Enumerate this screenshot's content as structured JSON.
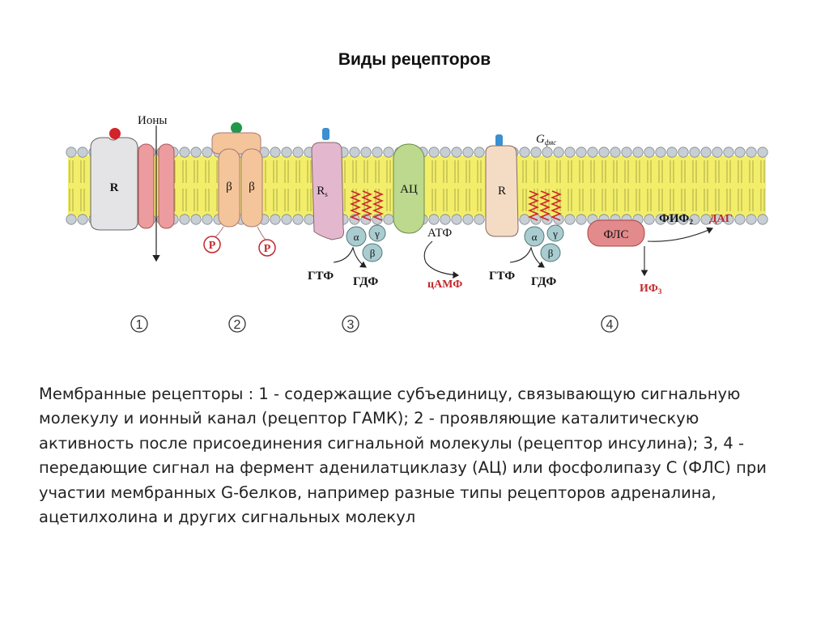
{
  "title": "Виды рецепторов",
  "diagram": {
    "labels": {
      "ions": "Ионы",
      "r1": "R",
      "beta": "β",
      "p": "P",
      "rs": "R",
      "rs_sub": "s",
      "ac": "АЦ",
      "r2": "R",
      "g": "G",
      "g_sub": "фяс",
      "alpha": "α",
      "gamma": "γ",
      "beta_g": "β",
      "atf": "АТФ",
      "gtf": "ГТФ",
      "gdf": "ГДФ",
      "camp": "цАМФ",
      "fls": "ФЛС",
      "fif": "ФИФ",
      "fif_sub": "2",
      "dag": "ДАГ",
      "if": "ИФ",
      "if_sub": "3"
    },
    "numbers": [
      "1",
      "2",
      "3",
      "4"
    ],
    "colors": {
      "membrane": "#f3ee6a",
      "head": "#c8cfd4",
      "receptor_grey": "#e4e4e6",
      "channel_pink": "#ec9c9e",
      "beta_orange": "#f4c59a",
      "rs_pink": "#e3b8cf",
      "ac_green": "#bcd98e",
      "gprotein": "#a9ccd0",
      "fls": "#e38a8c",
      "ligand_red": "#d2232a",
      "ligand_green": "#1e9a4a",
      "ligand_blue": "#3c8fd0",
      "accent_red": "#c0282d"
    }
  },
  "caption_lines": [
    "Мембранные рецепторы : 1 - содержащие субъединицу, связывающую сигнальную",
    "молекулу и ионный канал (рецептор  ГАМК); 2 - проявляющие каталитическую",
    "активность после присоединения сигнальной молекулы (рецептор инсулина); 3, 4 -",
    "передающие сигнал на фермент аденилатциклазу (АЦ) или фосфолипазу С (ФЛС) при",
    "участии мембранных G-белков, например разные типы рецепторов адреналина,",
    "ацетилхолина и других сигнальных молекул"
  ]
}
